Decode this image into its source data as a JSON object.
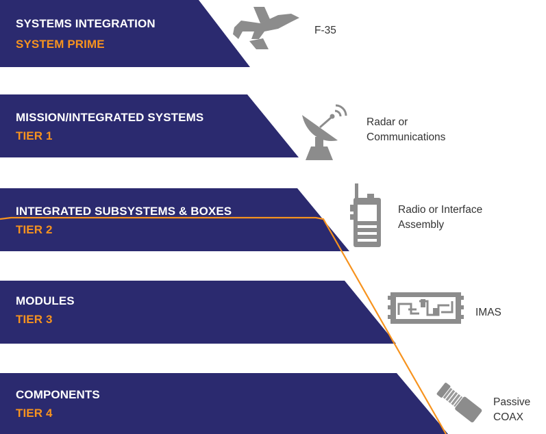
{
  "colors": {
    "banner": "#2b2a6f",
    "accent": "#f7931e",
    "icon": "#8c8c8c",
    "text": "#333333"
  },
  "tiers": [
    {
      "title": "SYSTEMS INTEGRATION",
      "subtitle": "SYSTEM PRIME",
      "icon": "fighter-jet-icon",
      "item": [
        "F-35"
      ]
    },
    {
      "title": "MISSION/INTEGRATED SYSTEMS",
      "subtitle": "TIER 1",
      "icon": "satellite-dish-icon",
      "item": [
        "Radar or",
        "Communications"
      ]
    },
    {
      "title": "INTEGRATED SUBSYSTEMS & BOXES",
      "subtitle": "TIER 2",
      "icon": "handheld-radio-icon",
      "item": [
        "Radio or Interface",
        "Assembly"
      ]
    },
    {
      "title": "MODULES",
      "subtitle": "TIER 3",
      "icon": "circuit-board-icon",
      "item": [
        "IMAS"
      ]
    },
    {
      "title": "COMPONENTS",
      "subtitle": "TIER 4",
      "icon": "coax-connector-icon",
      "item": [
        "Passive",
        "COAX"
      ]
    }
  ]
}
